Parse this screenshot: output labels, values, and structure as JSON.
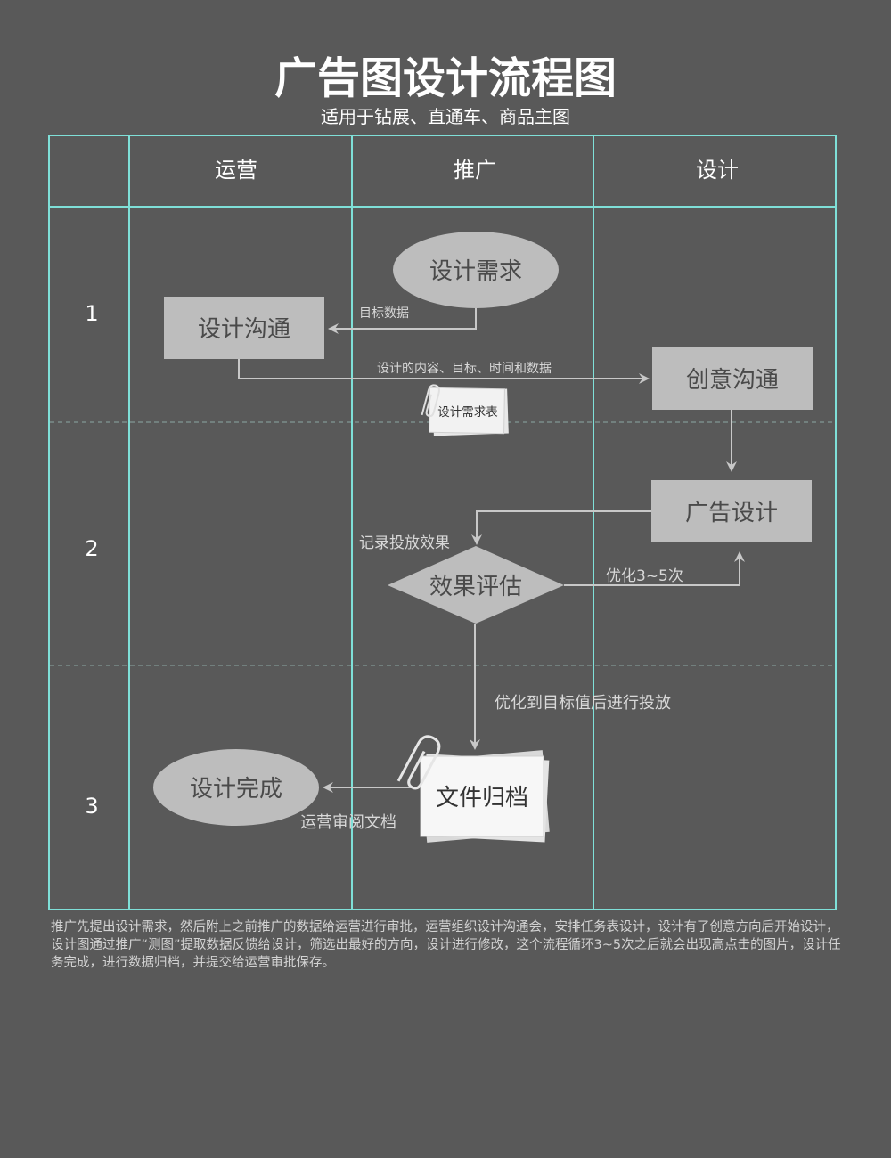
{
  "header": {
    "title": "广告图设计流程图",
    "subtitle": "适用于钻展、直通车、商品主图"
  },
  "lanes": {
    "ops": "运营",
    "promo": "推广",
    "design": "设计"
  },
  "stages": [
    "1",
    "2",
    "3"
  ],
  "nodes": {
    "design_request": "设计需求",
    "design_communication": "设计沟通",
    "creative_communication": "创意沟通",
    "ad_design": "广告设计",
    "effect_evaluation": "效果评估",
    "file_archive": "文件归档",
    "design_complete": "设计完成"
  },
  "edge_labels": {
    "target_data": "目标数据",
    "content_target_time_data": "设计的内容、目标、时间和数据",
    "design_request_form": "设计需求表",
    "record_effect": "记录投放效果",
    "optimize_times": "优化3~5次",
    "optimize_then_launch": "优化到目标值后进行投放",
    "ops_review": "运营审阅文档"
  },
  "description": "推广先提出设计需求，然后附上之前推广的数据给运营进行审批，运营组织设计沟通会，安排任务表设计，设计有了创意方向后开始设计，设计图通过推广“测图”提取数据反馈给设计，筛选出最好的方向，设计进行修改，这个流程循环3~5次之后就会出现高点击的图片，设计任务完成，进行数据归档，并提交给运营审批保存。",
  "colors": {
    "background": "#595959",
    "grid": "#7fe0d8",
    "shape": "#bdbdbd",
    "shape_text": "#4a4a4a",
    "connector": "#c8c8c8"
  }
}
